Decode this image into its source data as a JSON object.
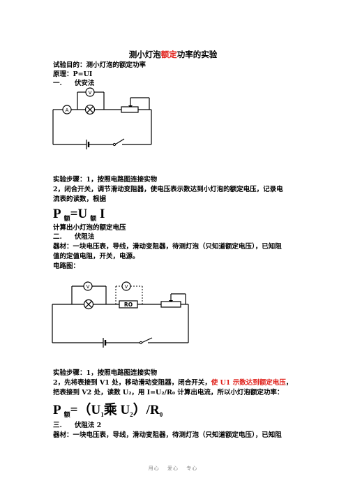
{
  "title": {
    "pre": "测小灯泡",
    "red": "额定",
    "post": "功率的实验"
  },
  "purpose": "试验目的：测小灯泡的额定功率",
  "principle": "原理：P=UI",
  "sec1": {
    "num": "一.",
    "name": "伏安法"
  },
  "steps1": {
    "l1": "实验步骤：1，按照电路图连接实物",
    "l2": "2，闭合开关，调节滑动变阻器，使电压表示数达到小灯泡的额定电压，记录电",
    "l3": "流表的读数，根据"
  },
  "formula1": {
    "p": "P",
    "sub1": "额",
    "mid": "=U",
    "sub2": "额",
    "end": " I"
  },
  "calc1": "计算出小灯泡的额定电压",
  "sec2": {
    "num": "二.",
    "name": "伏阻法"
  },
  "materials2": {
    "l1": "器材：一块电压表，导线，滑动变阻器，待测灯泡（只知道额定电压），已知阻",
    "l2": "值的定值电阻，开关，电源。"
  },
  "circuit_label": "电路图：",
  "steps2": {
    "l1": "实验步骤：1，按照电路图连接实物",
    "l2a": "2，先将表接到 V1 处，移动滑动变阻器，闭合开关，",
    "l2red": "使 U1 示数达到额定电压",
    "l2b": "，",
    "l3": "把表接到 V2 处，读数 U₂，用 I=U₂/R₀ 计算出电流，所以小灯泡额定功率："
  },
  "formula2": {
    "p": "P",
    "sub": "额",
    "expr": "=（U",
    "u1": "1",
    "mult": "乘 U",
    "u2": "2",
    "close": "）/R",
    "r0": "0"
  },
  "sec3": {
    "num": "三.",
    "name": "伏阻法 2"
  },
  "materials3": "器材：一块电压表，导线，滑动变阻器，待测灯泡（只知道额定电压），已知阻",
  "diagram_labels": {
    "voltmeter": "V",
    "ammeter": "A",
    "resistor": "RO"
  },
  "footer": "用心　 爱心　 专心"
}
